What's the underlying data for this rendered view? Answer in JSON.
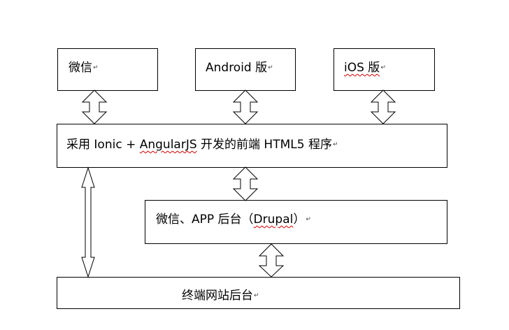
{
  "diagram": {
    "nodes": {
      "wechat": {
        "label": "微信"
      },
      "android": {
        "label": "Android 版"
      },
      "ios": {
        "label": "iOS 版"
      },
      "frontend": {
        "label_prefix": "采用 Ionic + ",
        "label_angular": "AngularJS",
        "label_suffix": " 开发的前端 HTML5 程序"
      },
      "backend": {
        "label_prefix": "微信、APP 后台（",
        "label_drupal": "Drupal",
        "label_suffix": "）"
      },
      "terminal": {
        "label": "终端网站后台"
      }
    },
    "paragraph_mark": "↵",
    "edges": [
      {
        "from": "wechat",
        "to": "frontend",
        "direction": "bidirectional"
      },
      {
        "from": "android",
        "to": "frontend",
        "direction": "bidirectional"
      },
      {
        "from": "ios",
        "to": "frontend",
        "direction": "bidirectional"
      },
      {
        "from": "frontend",
        "to": "backend",
        "direction": "bidirectional"
      },
      {
        "from": "backend",
        "to": "terminal",
        "direction": "bidirectional"
      },
      {
        "from": "frontend",
        "to": "terminal",
        "direction": "bidirectional"
      }
    ]
  }
}
